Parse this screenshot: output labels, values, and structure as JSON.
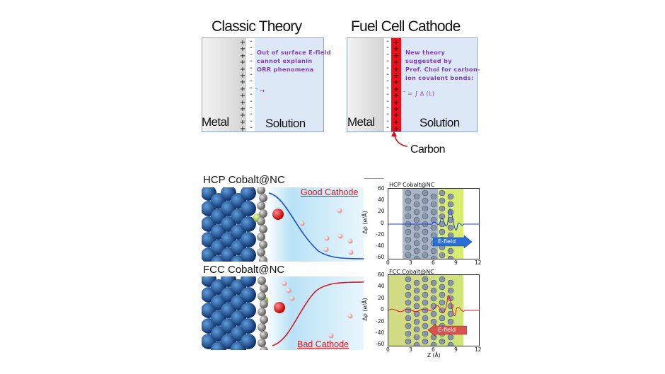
{
  "classic": {
    "title": "Classic Theory",
    "metal_label": "Metal",
    "solution_label": "Solution",
    "note_lines": [
      "Out of surface E-field",
      "cannot explanin",
      "ORR phenomena"
    ],
    "formula": "⃗ →",
    "plus_signs": "+\n+\n+\n+\n+\n+\n+\n+\n+\n+\n+\n+\n+\n+",
    "minus_signs": "-\n-\n-\n-\n-\n-\n-\n-\n-\n-\n-\n-\n-\n-"
  },
  "fuel_cell": {
    "title": "Fuel Cell Cathode",
    "metal_label": "Metal",
    "solution_label": "Solution",
    "note_lines": [
      "New theory",
      "suggested by",
      "Prof. Choi for carbon-",
      "ion covalent bonds:"
    ],
    "formula": "⃗ = ∫ Δ (L)",
    "minus_signs": "-\n-\n-\n-\n-\n-\n-\n-\n-\n-\n-\n-\n-\n-",
    "plus_signs": "+\n+\n+\n+\n+\n+\n+\n+\n+\n+\n+\n+\n+\n+",
    "carbon_label": "Carbon",
    "colors": {
      "carbon_layer": "#e8101a",
      "arrow": "#d0101a"
    }
  },
  "hcp_sim": {
    "title": "HCP Cobalt@NC",
    "label": "Good Cathode",
    "curve_color": "#1a4fd0"
  },
  "fcc_sim": {
    "title": "FCC Cobalt@NC",
    "label": "Bad Cathode",
    "curve_color": "#e0141e"
  },
  "charts": {
    "hcp": {
      "title": "HCP Cobalt@NC",
      "ylabel": "Δρ (e/Å)",
      "yticks": [
        "60",
        "40",
        "20",
        "0",
        "-20",
        "-40",
        "-60"
      ],
      "xticks": [
        "0",
        "3",
        "6",
        "9",
        "12"
      ],
      "efield_label": "E-field",
      "efield_color": "#2a6fd6"
    },
    "fcc": {
      "title": "FCC Cobalt@NC",
      "ylabel": "Δρ (e/Å)",
      "yticks": [
        "60",
        "40",
        "20",
        "0",
        "-20",
        "-40",
        "-60"
      ],
      "xticks": [
        "0",
        "3",
        "6",
        "9",
        "12"
      ],
      "xlabel": "Z (Å)",
      "efield_label": "E-field",
      "efield_color": "#d9534f"
    }
  }
}
